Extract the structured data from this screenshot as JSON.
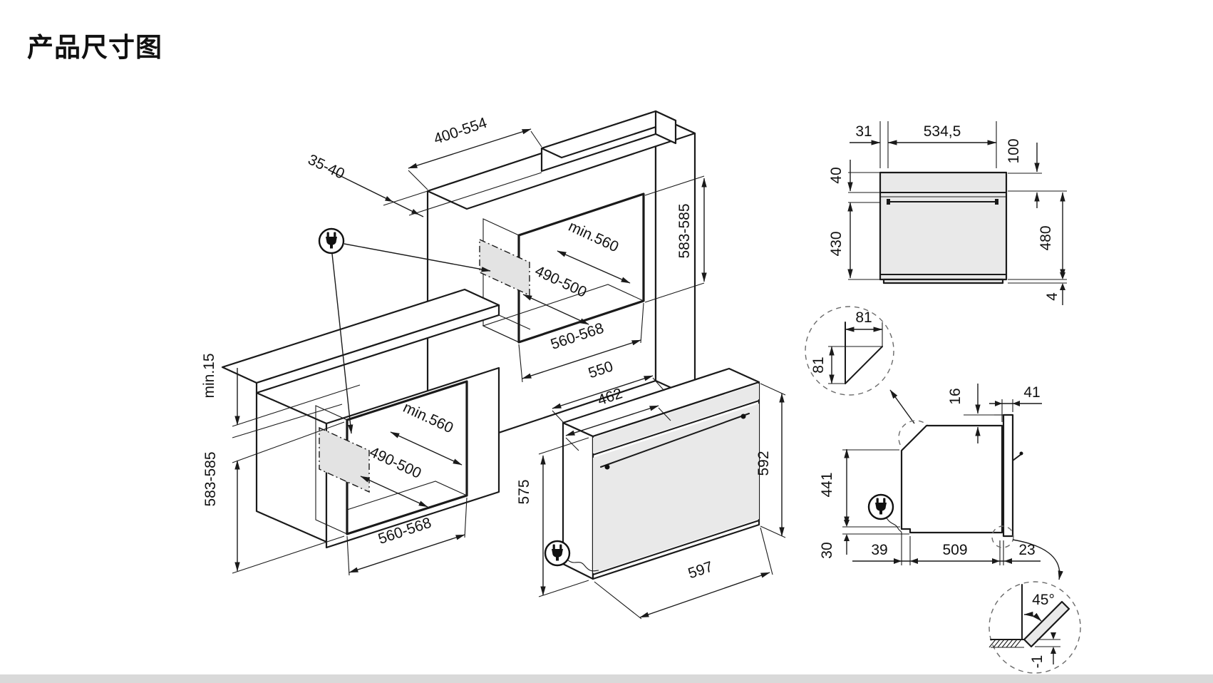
{
  "title": "产品尺寸图",
  "colors": {
    "line": "#1a1a1a",
    "panel_gray": "#e9e9e9",
    "bottom_bar": "#d9d9d9"
  },
  "drawings": {
    "tall_cabinet": {
      "dims": {
        "top_width": "400-554",
        "trim_depth": "35-40",
        "min_depth": "min.560",
        "service_width": "490-500",
        "niche_width": "560-568",
        "niche_height": "583-585"
      }
    },
    "base_cabinet": {
      "dims": {
        "top_gap": "min.15",
        "niche_height": "583-585",
        "min_depth": "min.560",
        "service_width": "490-500",
        "niche_width": "560-568"
      }
    },
    "oven_isometric": {
      "dims": {
        "top_depth": "550",
        "upper_depth": "462",
        "side_height": "575",
        "front_height": "592",
        "front_width": "597"
      }
    },
    "front_view": {
      "dims": {
        "left_offset": "31",
        "panel_width": "534,5",
        "panel_height": "40",
        "door_height": "430",
        "top_offset": "100",
        "side_height": "480",
        "bottom_lip": "4"
      }
    },
    "corner_detail": {
      "dims": {
        "chamfer_width": "81",
        "chamfer_height": "81"
      }
    },
    "side_view": {
      "dims": {
        "top_step": "16",
        "door_thickness": "41",
        "rear_height": "441",
        "bottom_step": "30",
        "rear_inset": "39",
        "body_depth": "509",
        "front_inset": "23"
      }
    },
    "door_detail": {
      "dims": {
        "open_angle": "45°",
        "clearance": "-1"
      }
    }
  },
  "icons": {
    "plug": "power-plug"
  }
}
